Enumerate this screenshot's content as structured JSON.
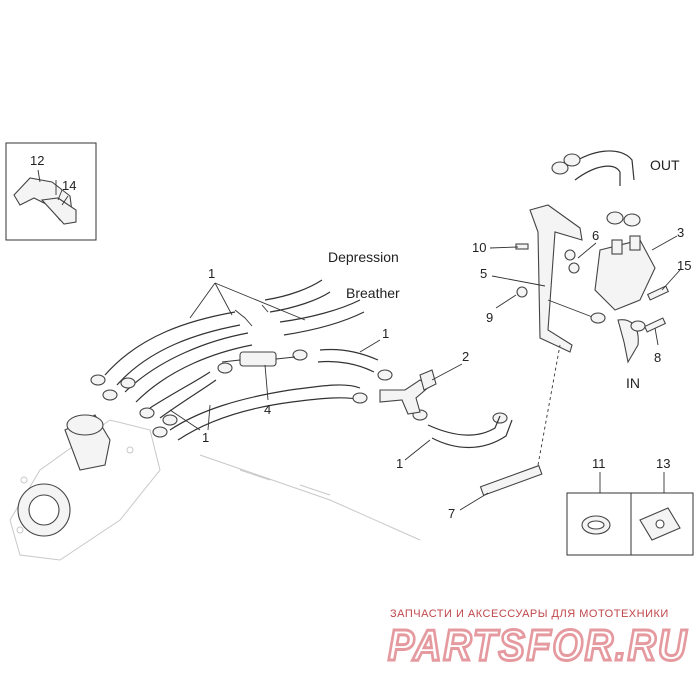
{
  "labels": {
    "depression": "Depression",
    "breather": "Breather",
    "out": "OUT",
    "in": "IN"
  },
  "callouts": {
    "p1a": "1",
    "p1b": "1",
    "p1c": "1",
    "p1d": "1",
    "p2": "2",
    "p3": "3",
    "p4": "4",
    "p5": "5",
    "p6": "6",
    "p7": "7",
    "p8": "8",
    "p9": "9",
    "p10": "10",
    "p11": "11",
    "p12": "12",
    "p13": "13",
    "p14": "14",
    "p15": "15"
  },
  "watermark": {
    "tagline": "ЗАПЧАСТИ И АКСЕССУАРЫ ДЛЯ МОТОТЕХНИКИ",
    "brand": "PARTSFOR.RU"
  }
}
